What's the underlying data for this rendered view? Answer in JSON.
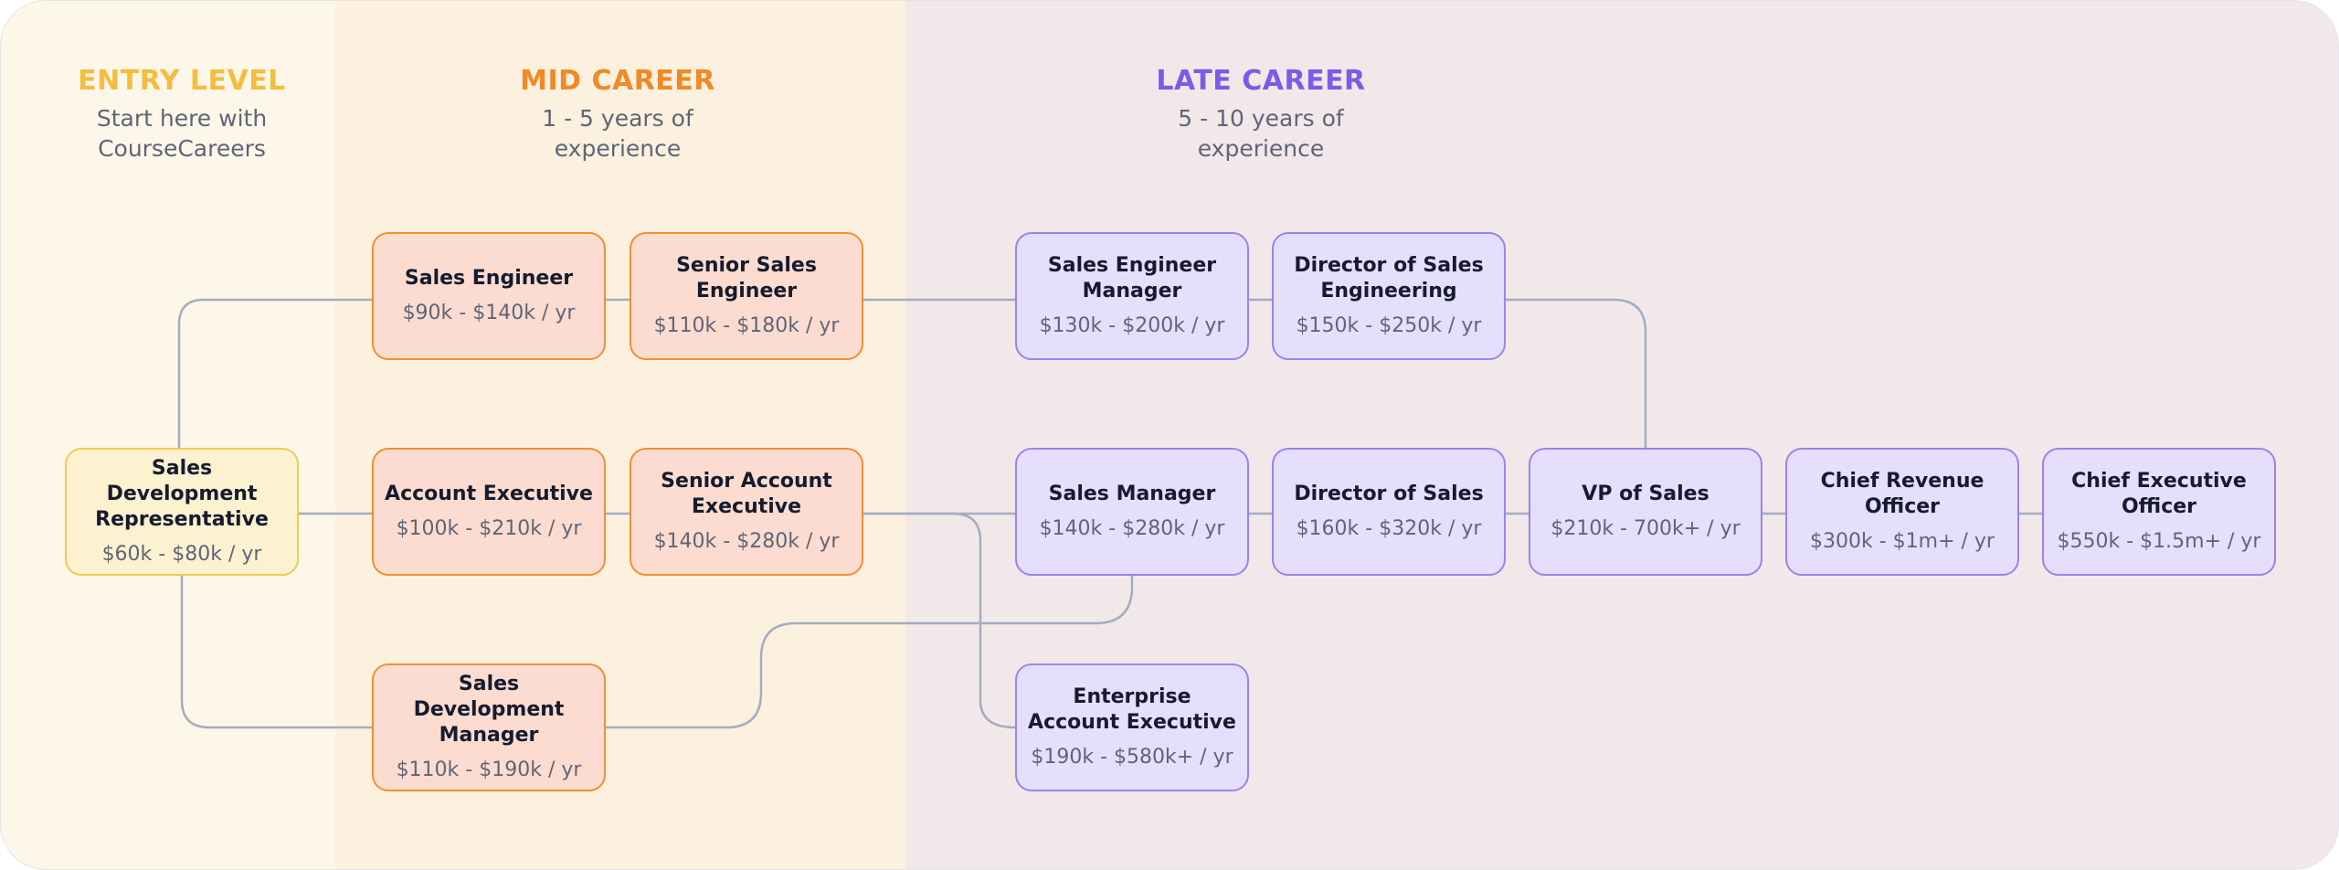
{
  "colors": {
    "entry_accent": "#f4bd3f",
    "mid_accent": "#f08a25",
    "late_accent": "#8059e8",
    "connector": "#a5acc2"
  },
  "columns": {
    "entry": {
      "title": "ENTRY LEVEL",
      "subtitle": "Start here with\nCourseCareers"
    },
    "mid": {
      "title": "MID CAREER",
      "subtitle": "1 - 5 years of\nexperience"
    },
    "late": {
      "title": "LATE CAREER",
      "subtitle": "5 - 10 years of\nexperience"
    }
  },
  "roles": {
    "sdr": {
      "title": "Sales Development Representative",
      "salary": "$60k - $80k / yr"
    },
    "sales_engineer": {
      "title": "Sales Engineer",
      "salary": "$90k - $140k / yr"
    },
    "senior_sales_engineer": {
      "title": "Senior Sales Engineer",
      "salary": "$110k - $180k / yr"
    },
    "account_executive": {
      "title": "Account Executive",
      "salary": "$100k - $210k / yr"
    },
    "senior_account_executive": {
      "title": "Senior Account Executive",
      "salary": "$140k - $280k / yr"
    },
    "sdm": {
      "title": "Sales Development Manager",
      "salary": "$110k - $190k / yr"
    },
    "sales_engineer_manager": {
      "title": "Sales Engineer Manager",
      "salary": "$130k - $200k / yr"
    },
    "director_sales_engineering": {
      "title": "Director of Sales Engineering",
      "salary": "$150k - $250k / yr"
    },
    "sales_manager": {
      "title": "Sales Manager",
      "salary": "$140k - $280k / yr"
    },
    "director_of_sales": {
      "title": "Director of Sales",
      "salary": "$160k - $320k / yr"
    },
    "vp_of_sales": {
      "title": "VP of Sales",
      "salary": "$210k - 700k+ / yr"
    },
    "cro": {
      "title": "Chief Revenue Officer",
      "salary": "$300k - $1m+ / yr"
    },
    "ceo": {
      "title": "Chief Executive Officer",
      "salary": "$550k - $1.5m+ / yr"
    },
    "enterprise_ae": {
      "title": "Enterprise Account Executive",
      "salary": "$190k - $580k+ / yr"
    }
  }
}
